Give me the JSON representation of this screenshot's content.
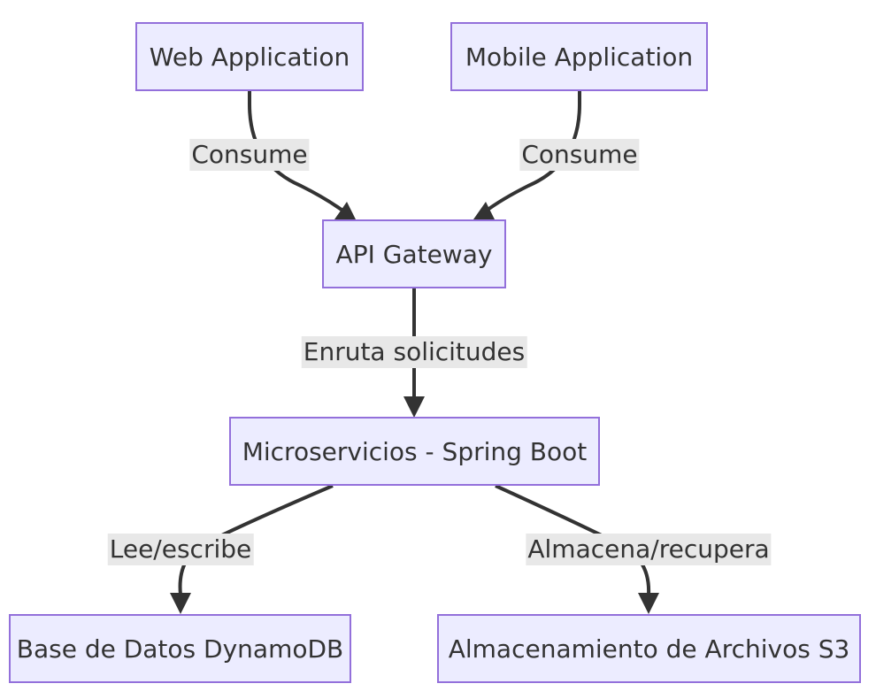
{
  "diagram": {
    "nodes": {
      "web_app": "Web Application",
      "mobile_app": "Mobile Application",
      "api_gateway": "API Gateway",
      "microservices": "Microservicios - Spring Boot",
      "dynamodb": "Base de Datos DynamoDB",
      "s3": "Almacenamiento de Archivos S3"
    },
    "edges": {
      "web_to_gateway": "Consume",
      "mobile_to_gateway": "Consume",
      "gateway_to_micro": "Enruta solicitudes",
      "micro_to_db": "Lee/escribe",
      "micro_to_s3": "Almacena/recupera"
    },
    "colors": {
      "node_fill": "#ececff",
      "node_border": "#9370db",
      "edge": "#333333",
      "label_bg": "#e8e8e8",
      "text": "#333333"
    }
  }
}
